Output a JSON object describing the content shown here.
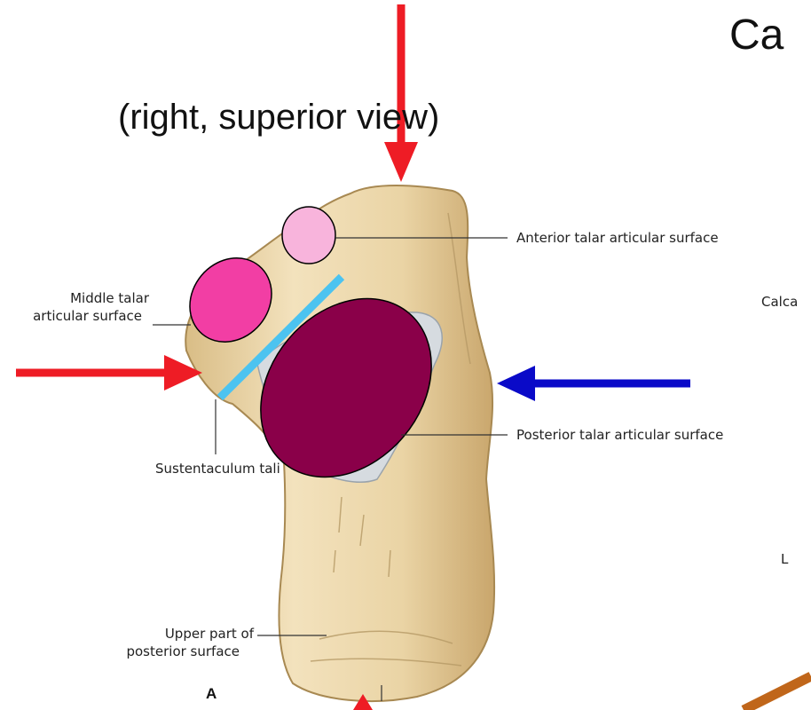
{
  "title_partial": "Ca",
  "view_label": "(right, superior view)",
  "labels": {
    "anterior_talar": "Anterior talar articular surface",
    "middle_talar_line1": "Middle talar",
    "middle_talar_line2": "articular surface",
    "sustentaculum": "Sustentaculum tali",
    "posterior_talar": "Posterior talar articular surface",
    "upper_part_line1": "Upper part of",
    "upper_part_line2": "posterior surface",
    "figure_letter": "A",
    "calca_partial": "Calca",
    "l_partial": "L"
  },
  "colors": {
    "red_arrow": "#ee1c25",
    "blue_arrow": "#0a0ac8",
    "cyan_line": "#4cc3f0",
    "anterior_oval": "#f8b4dc",
    "middle_oval": "#f23ea4",
    "posterior_oval": "#8a0049",
    "orange_arrow": "#c0661a",
    "bone": "#ecd7aa"
  }
}
